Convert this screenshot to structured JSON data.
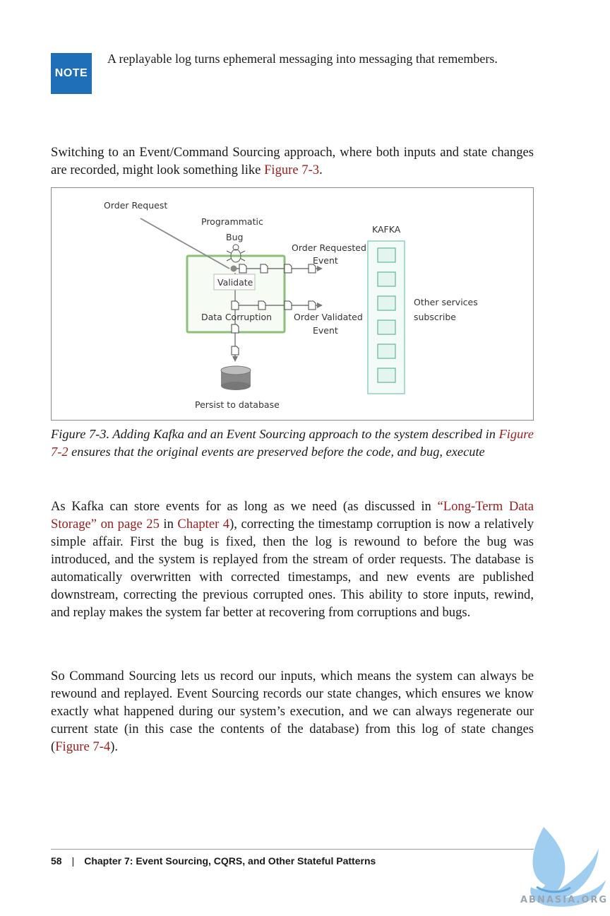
{
  "note": {
    "badge": "NOTE",
    "text": "A replayable log turns ephemeral messaging into messaging that remembers."
  },
  "paragraphs": {
    "p1": {
      "before": "Switching to an Event/Command Sourcing approach, where both inputs and state changes are recorded, might look something like ",
      "link": "Figure 7-3",
      "after": "."
    },
    "p2": {
      "before": "As Kafka can store events for as long as we need (as discussed in ",
      "link1": "“Long-Term Data Storage” on page 25",
      "mid": " in ",
      "link2": "Chapter 4",
      "after": "), correcting the timestamp corruption is now a relatively simple affair. First the bug is fixed, then the log is rewound to before the bug was introduced, and the system is replayed from the stream of order requests. The database is automatically overwritten with corrected time­stamps, and new events are published downstream, correcting the previous cor­rupted ones. This ability to store inputs, rewind, and replay makes the system far better at recovering from corruptions and bugs."
    },
    "p3": {
      "before": "So Command Sourcing lets us record our inputs, which means the system can always be rewound and replayed. Event Sourcing records our state changes, which ensures we know exactly what happened during our system’s execution, and we can always regenerate our current state (in this case the contents of the database) from this log of state changes (",
      "link": "Figure 7-4",
      "after": ")."
    }
  },
  "figure": {
    "labels": {
      "order_request": "Order Request",
      "programmatic": "Programmatic",
      "bug": "Bug",
      "kafka": "KAFKA",
      "order_requested": "Order Requested",
      "event1": "Event",
      "validate": "Validate",
      "data_corruption": "Data Corruption",
      "order_validated": "Order Validated",
      "event2": "Event",
      "other_services": "Other services",
      "subscribe": "subscribe",
      "persist": "Persist to database"
    }
  },
  "caption": {
    "before": "Figure 7-3. Adding Kafka and an Event Sourcing approach to the system described in ",
    "link": "Figure 7-2",
    "after": " ensures that the original events are preserved before the code, and bug, execute"
  },
  "footer": {
    "page": "58",
    "sep": "|",
    "chapter": "Chapter 7: Event Sourcing, CQRS, and Other Stateful Patterns"
  },
  "watermark": {
    "text": "ABNASIA.ORG"
  },
  "colors": {
    "accent": "#1f6fb8",
    "link": "#9b1c1c",
    "service_box": "#8cbf7a",
    "kafka_box": "#62b3a0"
  }
}
